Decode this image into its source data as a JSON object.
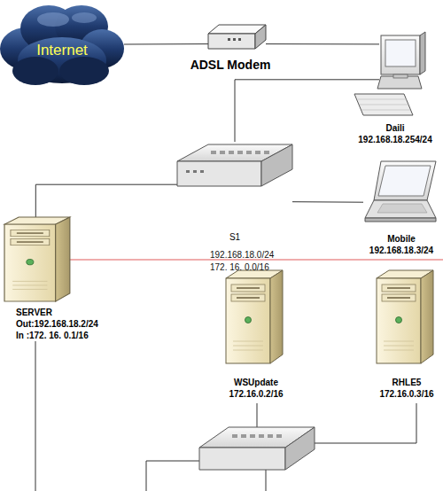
{
  "diagram": {
    "nodes": [
      {
        "text": [
          "Internet"
        ]
      },
      {
        "text": [
          "ADSL Modem"
        ]
      },
      {
        "text": [
          "Daili",
          "192.168.18.254/24"
        ]
      },
      {
        "text": [
          "S1"
        ]
      },
      {
        "text": [
          "Mobile",
          "192.168.18.3/24"
        ]
      },
      {
        "text": [
          "SERVER",
          "Out:192.168.18.2/24",
          "In :172. 16. 0.1/16"
        ]
      },
      {
        "text": [
          "WSUpdate",
          "172.16.0.2/16"
        ]
      },
      {
        "text": [
          "RHLE5",
          "172.16.0.3/16"
        ]
      }
    ],
    "edges": [
      {
        "from": 0,
        "to": 1,
        "arrow": "none"
      },
      {
        "from": 1,
        "to": 2,
        "arrow": "none"
      },
      {
        "from": 2,
        "to": 3,
        "arrow": "none"
      },
      {
        "from": 3,
        "to": 5,
        "arrow": "none"
      },
      {
        "from": 3,
        "to": 4,
        "arrow": "none"
      }
    ],
    "labels": [
      "192.168.18.0/24",
      "172. 16. 0.0/16"
    ]
  }
}
